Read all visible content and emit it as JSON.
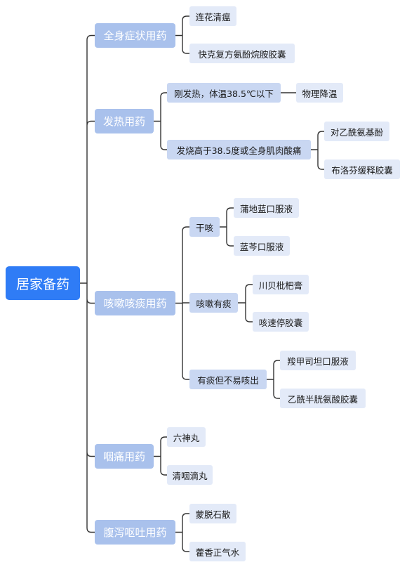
{
  "root": "居家备药",
  "categories": [
    {
      "label": "全身症状用药",
      "children": [
        {
          "label": "连花清瘟"
        },
        {
          "label": "快克复方氨酚烷胺胶囊"
        }
      ]
    },
    {
      "label": "发热用药",
      "children": [
        {
          "label": "刚发热，体温38.5℃以下",
          "children": [
            {
              "label": "物理降温"
            }
          ]
        },
        {
          "label": "发烧高于38.5度或全身肌肉酸痛",
          "children": [
            {
              "label": "对乙酰氨基酚"
            },
            {
              "label": "布洛芬缓释胶囊"
            }
          ]
        }
      ]
    },
    {
      "label": "咳嗽咳痰用药",
      "children": [
        {
          "label": "干咳",
          "children": [
            {
              "label": "蒲地蓝口服液"
            },
            {
              "label": "蓝芩口服液"
            }
          ]
        },
        {
          "label": "咳嗽有痰",
          "children": [
            {
              "label": "川贝枇杷膏"
            },
            {
              "label": "咳速停胶囊"
            }
          ]
        },
        {
          "label": "有痰但不易咳出",
          "children": [
            {
              "label": "羧甲司坦口服液"
            },
            {
              "label": "乙酰半胱氨酸胶囊"
            }
          ]
        }
      ]
    },
    {
      "label": "咽痛用药",
      "children": [
        {
          "label": "六神丸"
        },
        {
          "label": "清咽滴丸"
        }
      ]
    },
    {
      "label": "腹泻呕吐用药",
      "children": [
        {
          "label": "蒙脱石散"
        },
        {
          "label": "藿香正气水"
        }
      ]
    }
  ],
  "colors": {
    "root_bg": "#2f7cf6",
    "level1_bg": "#a9c1ec",
    "level2_bg": "#c9d7f2",
    "leaf_bg": "#e3eaf8",
    "connector": "#333333"
  }
}
